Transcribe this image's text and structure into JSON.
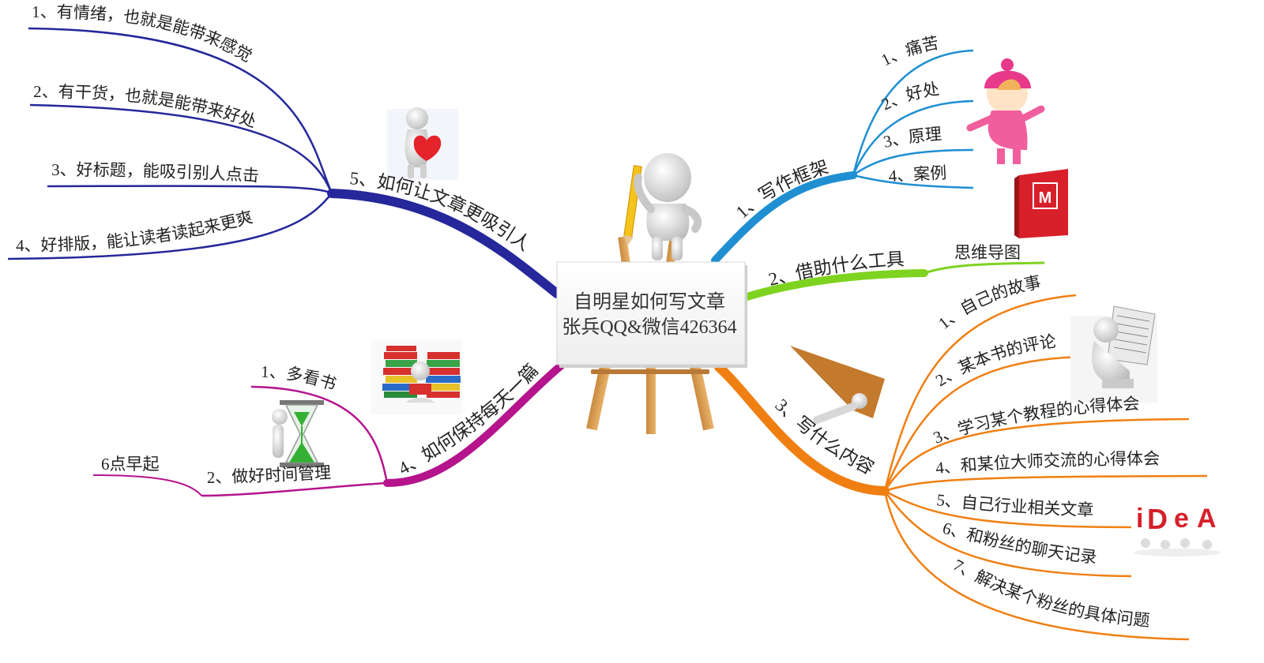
{
  "center": {
    "line1": "自明星如何写文章",
    "line2": "张兵QQ&微信426364"
  },
  "branches": {
    "framework": {
      "label": "1、写作框架",
      "color": "#1f8fd2",
      "items": [
        "1、痛苦",
        "2、好处",
        "3、原理",
        "4、案例"
      ]
    },
    "tools": {
      "label": "2、借助什么工具",
      "color": "#7ed321",
      "items": [
        "思维导图"
      ]
    },
    "content": {
      "label": "3、写什么内容",
      "color": "#f07f12",
      "items": [
        "1、自己的故事",
        "2、某本书的评论",
        "3、学习某个教程的心得体会",
        "4、和某位大师交流的心得体会",
        "5、自己行业相关文章",
        "6、和粉丝的聊天记录",
        "7、解决某个粉丝的具体问题"
      ]
    },
    "daily": {
      "label": "4、如何保持每天一篇",
      "color": "#b5148c",
      "items": [
        "1、多看书",
        "2、做好时间管理"
      ],
      "subitems": [
        "6点早起"
      ]
    },
    "attract": {
      "label": "5、如何让文章更吸引人",
      "color": "#25279a",
      "items": [
        "1、有情绪，也就是能带来感觉",
        "2、有干货，也就是能带来好处",
        "3、好标题，能吸引别人点击",
        "4、好排版，能让读者读起来更爽"
      ]
    }
  },
  "icons": {
    "center": "easel-figure-with-pencil-icon",
    "framework": "girl-in-pink-winter-clothes-icon",
    "tools": "mindmanager-box-icon",
    "content_1": "figure-reading-newspaper-icon",
    "content_2": "hang-glider-figure-icon",
    "content_3": "idea-letters-icon",
    "daily_1": "books-stack-icon",
    "daily_2": "hourglass-figure-icon",
    "attract": "figure-holding-heart-icon"
  }
}
